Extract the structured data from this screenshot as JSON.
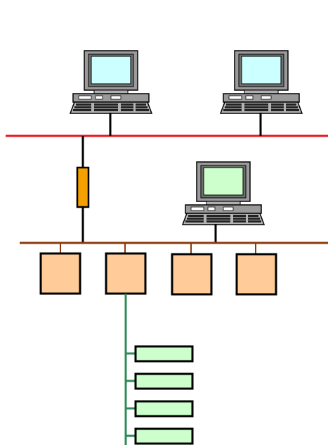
{
  "diagram": {
    "type": "network-topology",
    "colors": {
      "upper_bus": "#e8141e",
      "lower_bus": "#8b3a0f",
      "field_bus": "#2e8b57",
      "gateway_fill": "#f5a000",
      "controller_fill": "#ffcc99",
      "io_module_fill": "#ccffcc",
      "monitor_screen_cyan": "#ccffff",
      "monitor_screen_green": "#ccffcc",
      "computer_body": "#a0a0a0"
    },
    "nodes": {
      "workstations": [
        {
          "icon": "computer-icon",
          "screen": "monitor_screen_cyan",
          "bus": "upper"
        },
        {
          "icon": "computer-icon",
          "screen": "monitor_screen_cyan",
          "bus": "upper"
        },
        {
          "icon": "computer-icon",
          "screen": "monitor_screen_green",
          "bus": "lower"
        }
      ],
      "gateway": {
        "icon": "gateway-icon",
        "links": [
          "upper",
          "lower"
        ]
      },
      "controllers_count": 4,
      "io_modules_count": 4
    }
  }
}
